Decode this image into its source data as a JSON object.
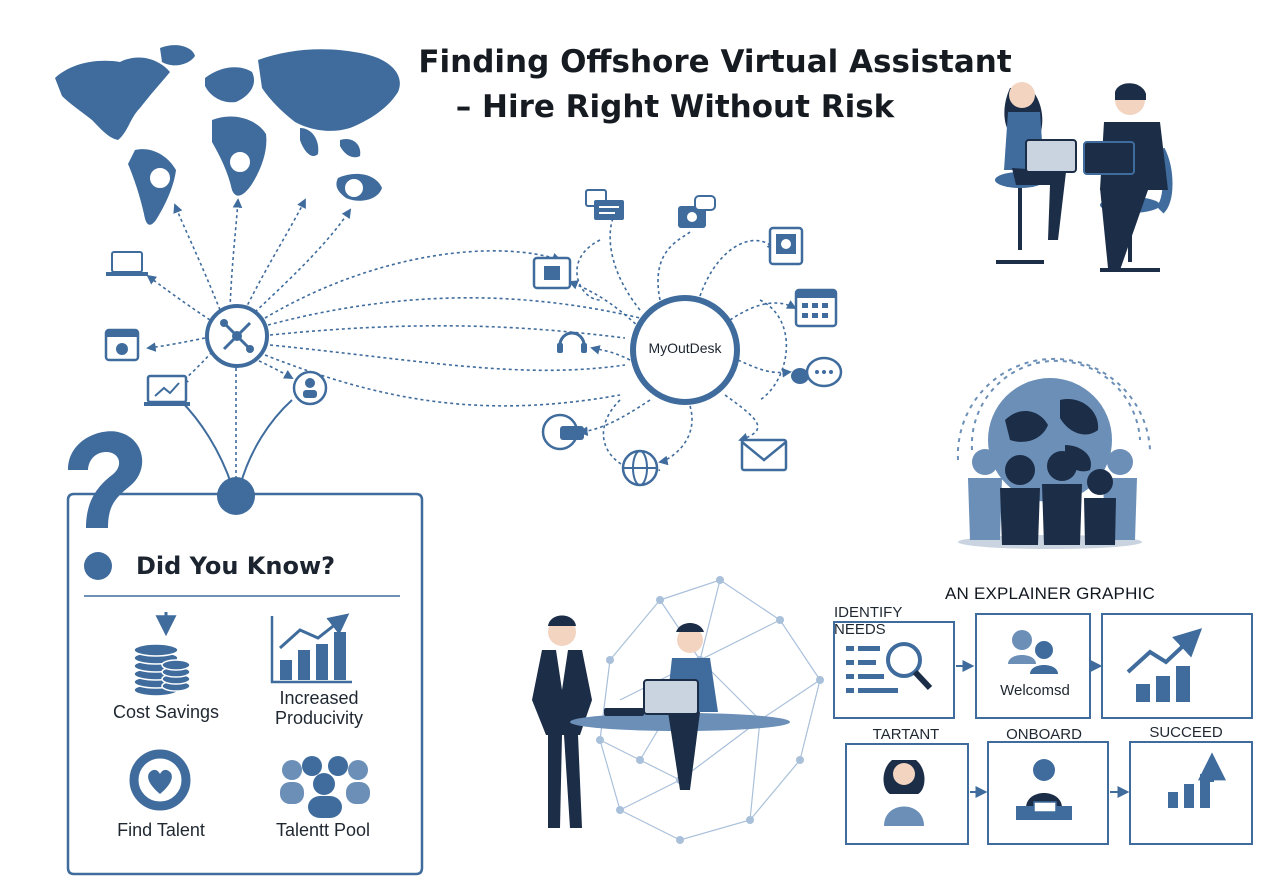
{
  "title": {
    "line1": "Finding Offshore Virtual Assistant",
    "line2": "– Hire Right Without Risk"
  },
  "hub": {
    "label": "MyOutDesk"
  },
  "did_you_know": {
    "heading": "Did You Know?",
    "items": [
      {
        "label": "Cost Savings",
        "icon": "coins-icon"
      },
      {
        "label": "Increased Producivity",
        "line1": "Increased",
        "line2": "Producivity",
        "icon": "growth-chart-icon"
      },
      {
        "label": "Find Talent",
        "icon": "heart-badge-icon"
      },
      {
        "label": "Talentt Pool",
        "icon": "people-group-icon"
      }
    ]
  },
  "explainer": {
    "heading": "AN EXPLAINER GRAPHIC",
    "steps": [
      {
        "label": "IDENTIFY NEEDS",
        "icon": "magnifier-list-icon"
      },
      {
        "label": "Welcomsd",
        "icon": "team-icon"
      },
      {
        "label": "",
        "icon": "growth-chart-icon"
      },
      {
        "label": "TARTANT",
        "icon": "woman-icon"
      },
      {
        "label": "ONBOARD",
        "icon": "man-desk-icon"
      },
      {
        "label": "SUCCEED",
        "icon": "bar-up-icon"
      }
    ]
  },
  "colors": {
    "primary": "#3f6c9d",
    "navy": "#1c2d47",
    "light": "#a9c0da",
    "border": "#6b8fb7"
  }
}
